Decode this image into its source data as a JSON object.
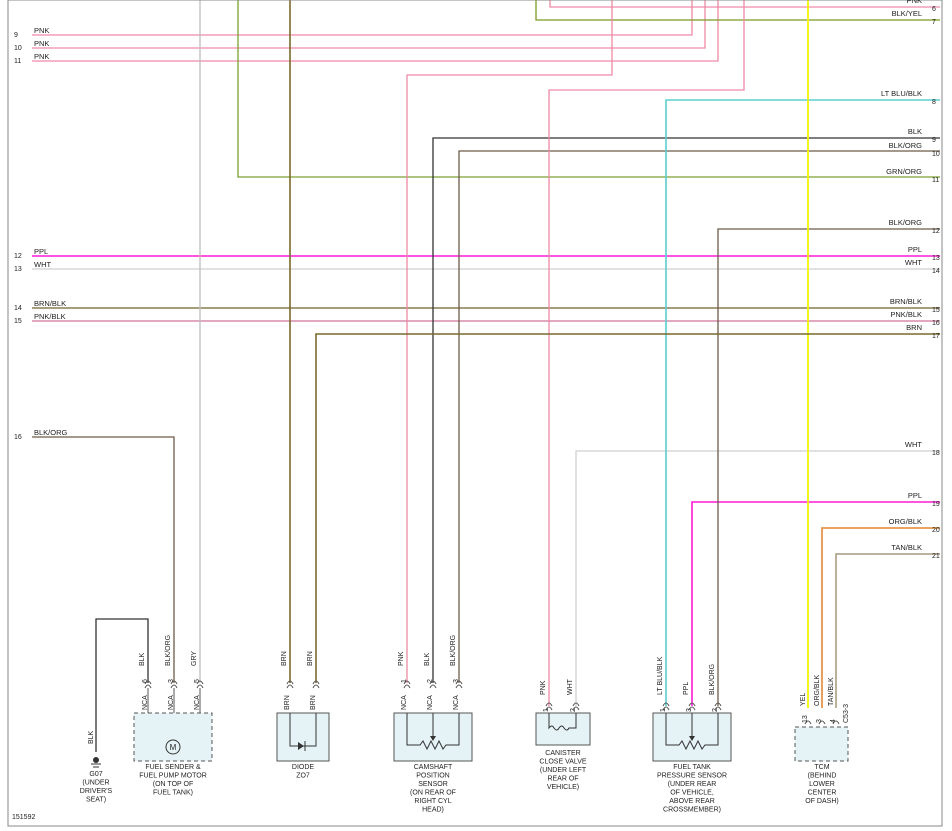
{
  "diagram_id": "151592",
  "colors": {
    "PNK": "#ee8aa6",
    "BLK/YEL": "#7a9a20",
    "GRN/ORG": "#7aa030",
    "LT BLU/BLK": "#5ccfcf",
    "BLK": "#333333",
    "BLK/ORG": "#6e5a48",
    "PPL": "#ff1ad6",
    "WHT": "#cfcfcf",
    "BRN/BLK": "#8a7c50",
    "PNK/BLK": "#d98cab",
    "BRN": "#7b6a2a",
    "YEL": "#f5f500",
    "ORG/BLK": "#e8964a",
    "TAN/BLK": "#b4a890",
    "GRY": "#bdbdbd",
    "outline": "#555555",
    "box_fill": "#e5f3f7"
  },
  "left_labels": [
    {
      "num": "9",
      "label": "PNK"
    },
    {
      "num": "10",
      "label": "PNK"
    },
    {
      "num": "11",
      "label": "PNK"
    },
    {
      "num": "12",
      "label": "PPL"
    },
    {
      "num": "13",
      "label": "WHT"
    },
    {
      "num": "14",
      "label": "BRN/BLK"
    },
    {
      "num": "15",
      "label": "PNK/BLK"
    },
    {
      "num": "16",
      "label": "BLK/ORG"
    }
  ],
  "right_labels": [
    {
      "num": "6",
      "label": "PNK"
    },
    {
      "num": "7",
      "label": "BLK/YEL"
    },
    {
      "num": "8",
      "label": "LT BLU/BLK"
    },
    {
      "num": "9",
      "label": "BLK"
    },
    {
      "num": "10",
      "label": "BLK/ORG"
    },
    {
      "num": "11",
      "label": "GRN/ORG"
    },
    {
      "num": "12",
      "label": "BLK/ORG"
    },
    {
      "num": "13",
      "label": "PPL"
    },
    {
      "num": "14",
      "label": "WHT"
    },
    {
      "num": "15",
      "label": "BRN/BLK"
    },
    {
      "num": "16",
      "label": "PNK/BLK"
    },
    {
      "num": "17",
      "label": "BRN"
    },
    {
      "num": "18",
      "label": "WHT"
    },
    {
      "num": "19",
      "label": "PPL"
    },
    {
      "num": "20",
      "label": "ORG/BLK"
    },
    {
      "num": "21",
      "label": "TAN/BLK"
    }
  ],
  "components": [
    {
      "id": "g07",
      "name": [
        "G07",
        "(UNDER",
        "DRIVER'S",
        "SEAT)"
      ],
      "pins": [
        {
          "wire": "BLK"
        }
      ]
    },
    {
      "id": "fuel-sender",
      "name": [
        "FUEL SENDER &",
        "FUEL PUMP MOTOR",
        "(ON TOP OF",
        "FUEL TANK)"
      ],
      "symbol": "M",
      "pins": [
        {
          "num": "6",
          "wire": "BLK",
          "cav": "NCA"
        },
        {
          "num": "3",
          "wire": "BLK/ORG",
          "cav": "NCA"
        },
        {
          "num": "5",
          "wire": "GRY",
          "cav": "NCA"
        }
      ]
    },
    {
      "id": "diode",
      "name": [
        "DIODE",
        "ZO7"
      ],
      "pins": [
        {
          "wire": "BRN",
          "inner": "BRN"
        },
        {
          "wire": "BRN",
          "inner": "BRN"
        }
      ]
    },
    {
      "id": "camshaft",
      "name": [
        "CAMSHAFT",
        "POSITION",
        "SENSOR",
        "(ON REAR OF",
        "RIGHT CYL",
        "HEAD)"
      ],
      "pins": [
        {
          "num": "1",
          "wire": "PNK",
          "cav": "NCA"
        },
        {
          "num": "2",
          "wire": "BLK",
          "cav": "NCA"
        },
        {
          "num": "3",
          "wire": "BLK/ORG",
          "cav": "NCA"
        }
      ]
    },
    {
      "id": "canister",
      "name": [
        "CANISTER",
        "CLOSE VALVE",
        "(UNDER LEFT",
        "REAR OF",
        "VEHICLE)"
      ],
      "pins": [
        {
          "num": "1",
          "wire": "PNK"
        },
        {
          "num": "2",
          "wire": "WHT"
        }
      ]
    },
    {
      "id": "fuel-tank-pressure",
      "name": [
        "FUEL TANK",
        "PRESSURE SENSOR",
        "(UNDER REAR",
        "OF VEHICLE,",
        "ABOVE REAR",
        "CROSSMEMBER)"
      ],
      "pins": [
        {
          "num": "1",
          "wire": "LT BLU/BLK"
        },
        {
          "num": "3",
          "wire": "PPL"
        },
        {
          "num": "2",
          "wire": "BLK/ORG"
        }
      ]
    },
    {
      "id": "tcm",
      "name": [
        "TCM",
        "(BEHIND",
        "LOWER",
        "CENTER",
        "OF DASH)"
      ],
      "connector": "C53-3",
      "pins": [
        {
          "num": "13",
          "wire": "YEL"
        },
        {
          "num": "3",
          "wire": "ORG/BLK"
        },
        {
          "num": "4",
          "wire": "TAN/BLK"
        }
      ]
    }
  ]
}
